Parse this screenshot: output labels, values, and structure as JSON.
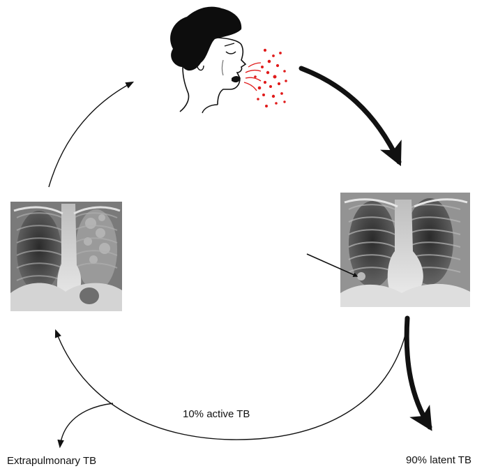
{
  "labels": {
    "active": "10% active TB",
    "extrapulmonary": "Extrapulmonary TB",
    "latent": "90% latent TB"
  },
  "colors": {
    "droplets": "#e01b1b",
    "ink": "#111111",
    "xray_dark": "#3a3a3a",
    "xray_light": "#dcdcdc"
  },
  "icons": [
    "coughing-person-icon",
    "chest-xray-right",
    "chest-xray-left",
    "lesion-pointer-arrow"
  ]
}
